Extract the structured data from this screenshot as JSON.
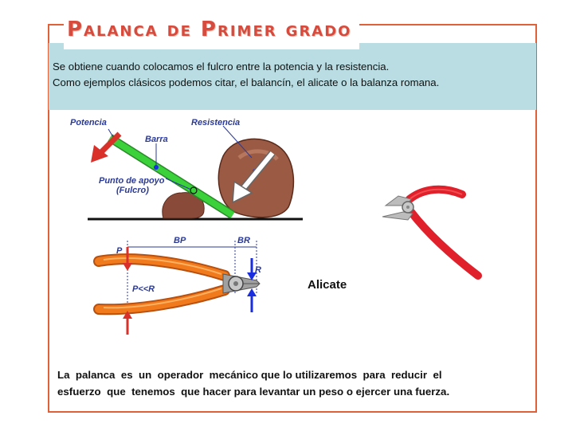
{
  "slide": {
    "title": "Palanca de Primer grado",
    "intro_line_1": "Se obtiene cuando colocamos el fulcro entre la potencia y la resistencia.",
    "intro_line_2": "Como ejemplos clásicos podemos citar, el balancín, el alicate o la balanza romana.",
    "footer_line_1": "La  palanca  es  un  operador  mecánico que lo utilizaremos  para  reducir  el",
    "footer_line_2": "esfuerzo  que  tenemos  que hacer para levantar un peso o ejercer una fuerza."
  },
  "lever_diagram": {
    "potencia": "Potencia",
    "barra": "Barra",
    "resistencia": "Resistencia",
    "fulcro_line_1": "Punto de apoyo",
    "fulcro_line_2": "(Fulcro)"
  },
  "pliers_diagram": {
    "p": "P",
    "bp": "BP",
    "br": "BR",
    "r": "R",
    "relation": "P<<R"
  },
  "photo_label": "Alicate",
  "colors": {
    "title": "#d64b3d",
    "frame": "#e0603a",
    "band": "#b9dde2",
    "bar": "#3ad13a",
    "label_blue": "#2a3a9a",
    "arrow_red": "#d9302a",
    "arrow_blue": "#1a2ee0",
    "handle_orange": "#f07a1c",
    "handle_red": "#e0202a"
  }
}
